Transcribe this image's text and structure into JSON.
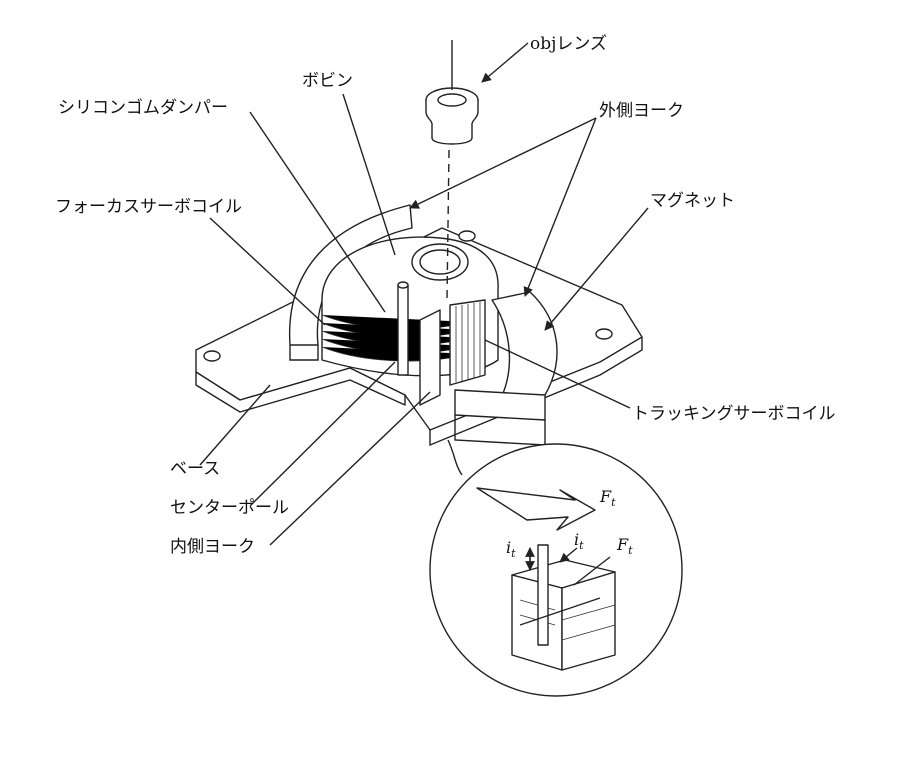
{
  "labels": {
    "obj_lens": "objレンズ",
    "bobbin": "ボビン",
    "silicone_damper": "シリコンゴムダンパー",
    "outer_yoke": "外側ヨーク",
    "focus_coil": "フォーカスサーボコイル",
    "magnet": "マグネット",
    "tracking_coil": "トラッキングサーボコイル",
    "base": "ベース",
    "center_pole": "センターポール",
    "inner_yoke": "内側ヨーク"
  },
  "inset": {
    "force_1": "F",
    "force_1_sub": "t",
    "force_2": "F",
    "force_2_sub": "t",
    "current_1": "i",
    "current_1_sub": "t",
    "current_2": "i",
    "current_2_sub": "t"
  }
}
